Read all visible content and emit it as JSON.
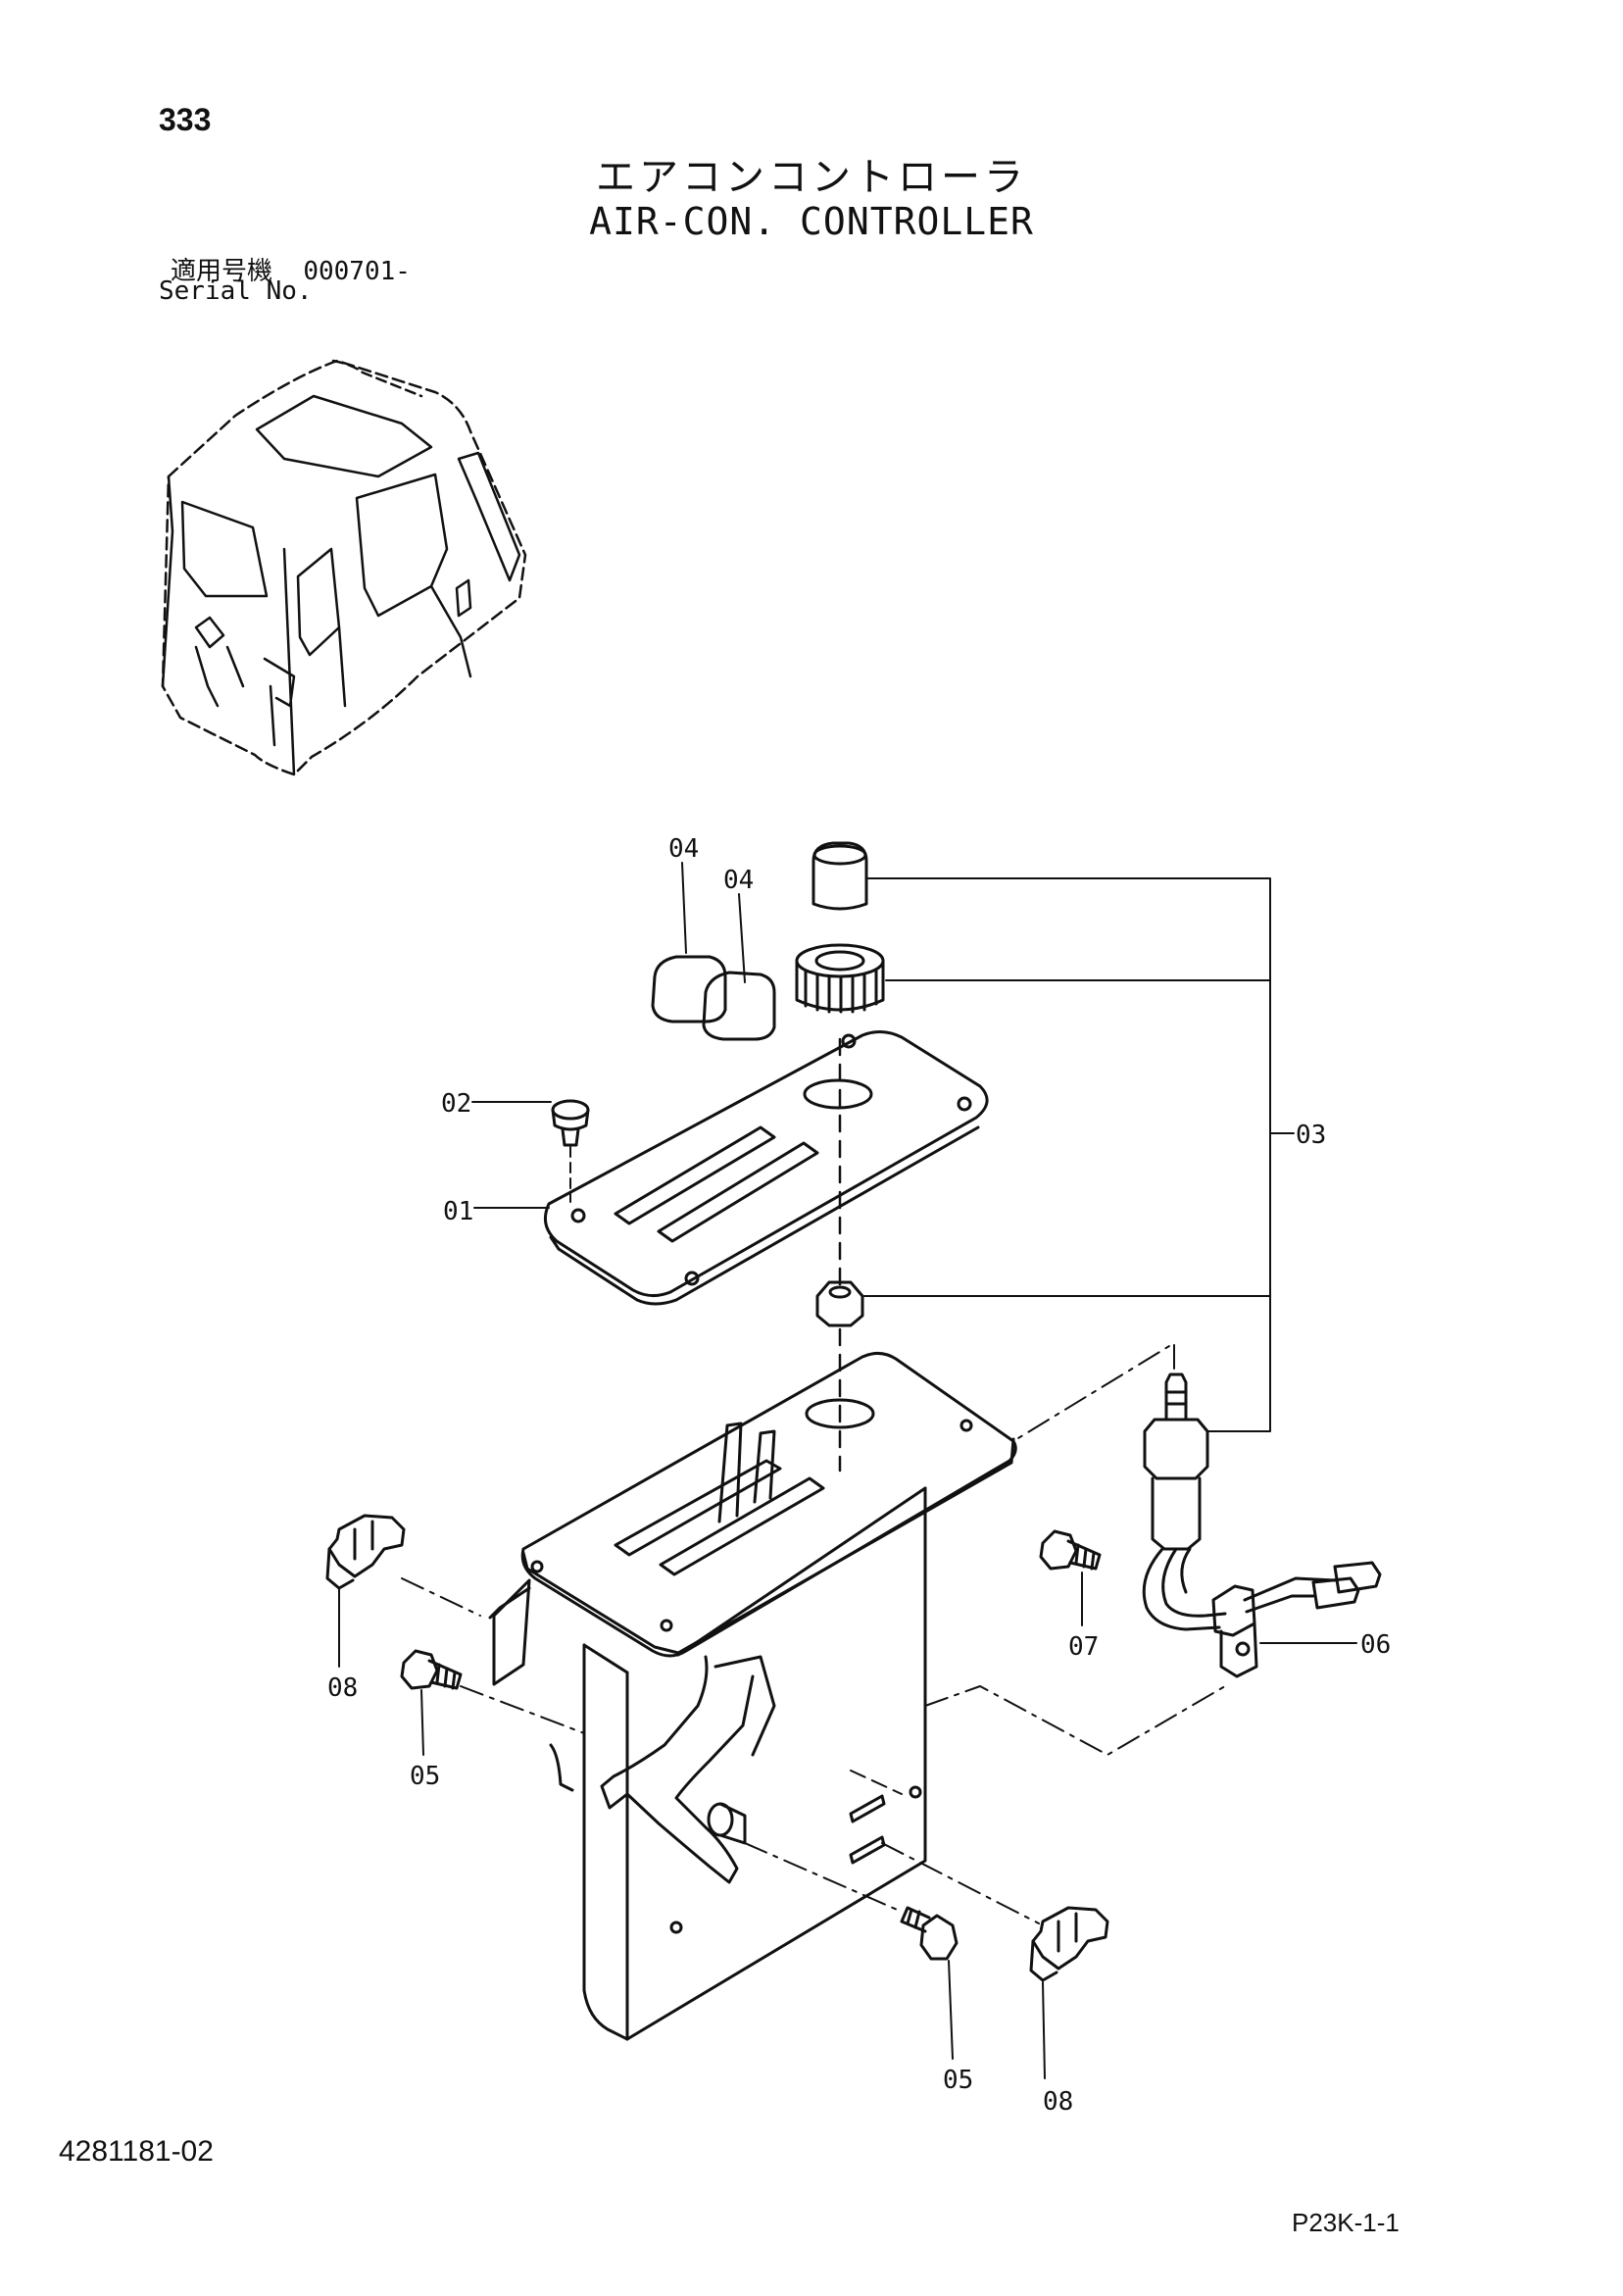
{
  "page": {
    "number": "333",
    "doc_id": "4281181-02",
    "page_code": "P23K-1-1"
  },
  "title": {
    "japanese": "エアコンコントローラ",
    "english": "AIR-CON. CONTROLLER"
  },
  "serial": {
    "label_jp": "適用号機",
    "value": "000701-",
    "label_en": "Serial No."
  },
  "callouts": {
    "c01": "01",
    "c02": "02",
    "c03": "03",
    "c04a": "04",
    "c04b": "04",
    "c05a": "05",
    "c05b": "05",
    "c06": "06",
    "c07": "07",
    "c08a": "08",
    "c08b": "08"
  }
}
